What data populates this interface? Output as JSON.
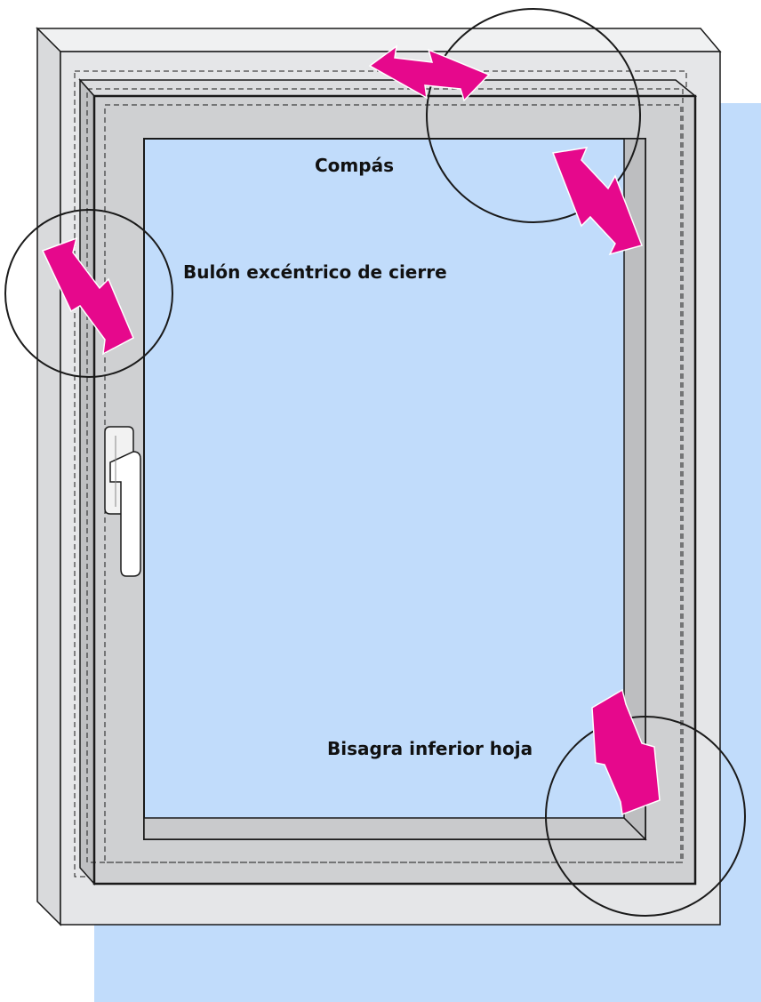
{
  "labels": {
    "stay": "Compás",
    "locking_pin": "Bulón excéntrico de cierre",
    "bottom_hinge": "Bisagra inferior hoja"
  },
  "colors": {
    "background_panel": "#c1dcfb",
    "glass": "#c1dcfb",
    "outer_frame": "#e5e6e8",
    "sash": "#cfd0d2",
    "outline": "#1a1a1a",
    "arrow": "#e6088c",
    "handle": "#f2f2f2"
  },
  "icons": {
    "adjustment_arrow": "double-headed-zigzag-arrow",
    "callout": "circle-callout",
    "handle": "window-handle"
  }
}
